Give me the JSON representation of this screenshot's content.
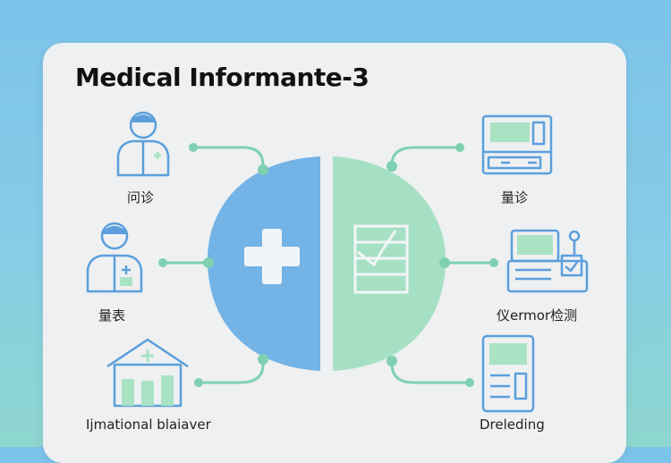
{
  "title": "Medical Informante-3",
  "labels": {
    "left_top": "问诊",
    "left_mid": "量表",
    "left_bottom": "Ijmational blaiaver",
    "right_top": "量诊",
    "right_mid": "仪ermor检测",
    "right_bottom": "Dreleding"
  },
  "colors": {
    "blue_half": "#74b3e6",
    "green_half": "#a6e0c4",
    "connector": "#7fd0b0",
    "icon_stroke": "#5b9fdc",
    "icon_fill": "#a9e3c4"
  },
  "icons": {
    "left_top": "doctor-icon",
    "left_mid": "doctor-badge-icon",
    "left_bottom": "hospital-icon",
    "right_top": "monitor-device-icon",
    "right_mid": "medical-machine-icon",
    "right_bottom": "tablet-report-icon",
    "center_left": "medical-cross-icon",
    "center_right": "chart-document-icon"
  }
}
